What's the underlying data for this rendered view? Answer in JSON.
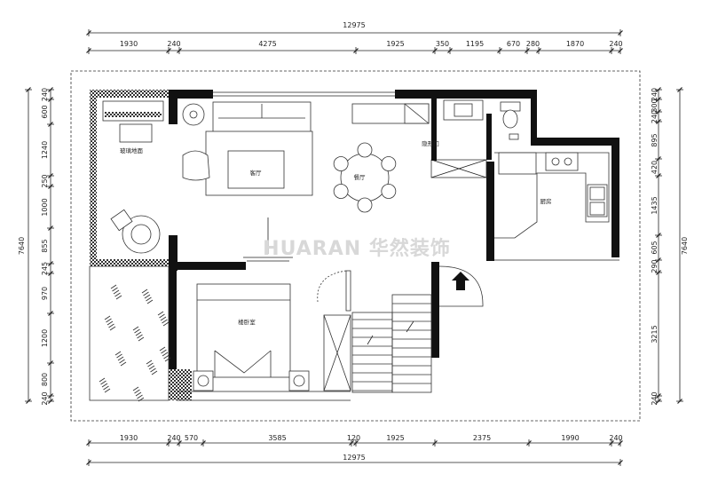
{
  "dimensions": {
    "top_total": "12975",
    "top_segments": [
      "1930",
      "240",
      "4275",
      "1925",
      "350",
      "1195",
      "670",
      "280",
      "1870",
      "240"
    ],
    "bottom_total": "12975",
    "bottom_segments": [
      "1930",
      "240",
      "570",
      "3585",
      "120",
      "1925",
      "2375",
      "1990",
      "240"
    ],
    "left_total": "7640",
    "left_segments": [
      "240",
      "600",
      "1240",
      "250",
      "1000",
      "855",
      "245",
      "970",
      "1200",
      "800",
      "240"
    ],
    "right_total": "7640",
    "right_segments": [
      "240",
      "300",
      "240",
      "895",
      "420",
      "1435",
      "605",
      "290",
      "3215",
      "240"
    ]
  },
  "rooms": {
    "living": "客厅",
    "dining": "餐厅",
    "kitchen": "厨房",
    "glass_floor": "玻璃地面",
    "bedroom": "楼卧室",
    "hidden_door": "隐形门"
  },
  "watermark": "HUARAN 华然装饰"
}
